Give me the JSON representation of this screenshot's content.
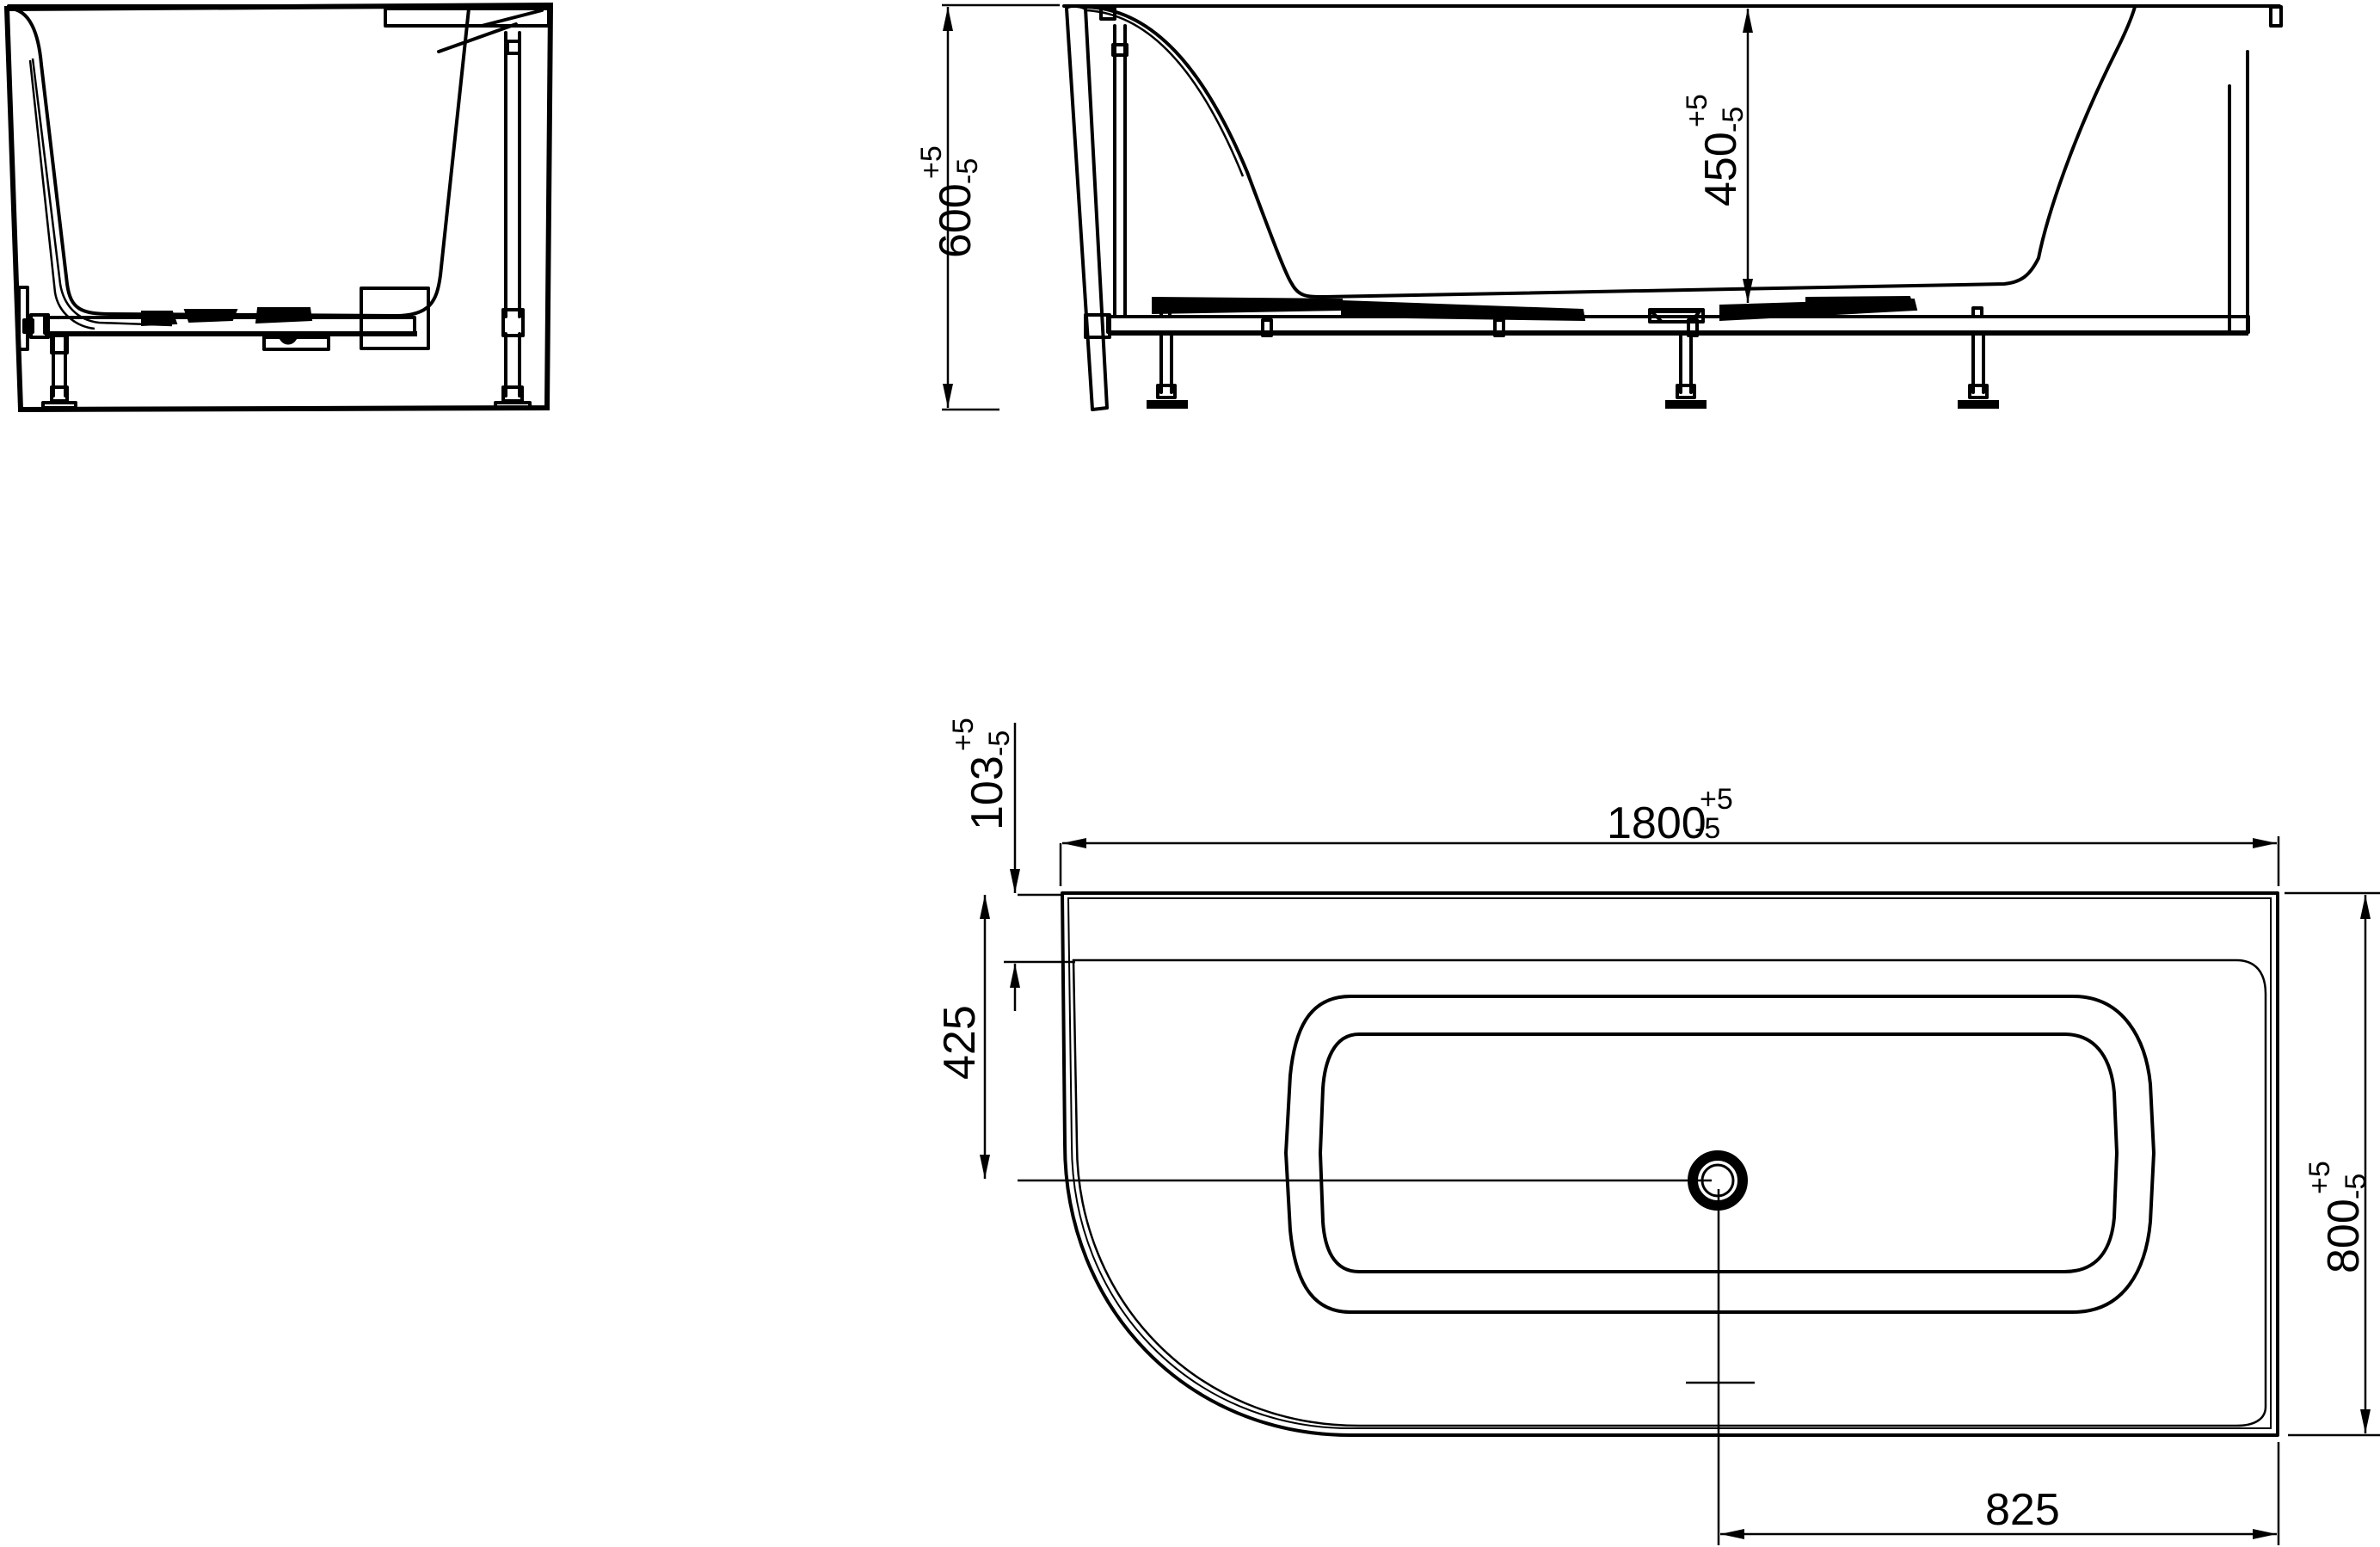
{
  "drawing": {
    "type": "technical-drawing",
    "subject": "corner bathtub with support frame",
    "line_color": "#000000",
    "background": "#ffffff",
    "views": [
      {
        "id": "end-elevation",
        "label": "end view (side section)"
      },
      {
        "id": "side-elevation",
        "label": "front view (long side)"
      },
      {
        "id": "plan-view",
        "label": "top view"
      }
    ]
  },
  "dimensions": {
    "height_total": {
      "value": "600",
      "tol_plus": "+5",
      "tol_minus": "-5"
    },
    "depth_inner": {
      "value": "450",
      "tol_plus": "+5",
      "tol_minus": "-5"
    },
    "length": {
      "value": "1800",
      "tol_plus": "+5",
      "tol_minus": "-5"
    },
    "width": {
      "value": "800",
      "tol_plus": "+5",
      "tol_minus": "-5"
    },
    "rim_width": {
      "value": "103",
      "tol_plus": "+5",
      "tol_minus": "-5"
    },
    "drain_offset_y": {
      "value": "425"
    },
    "drain_offset_x": {
      "value": "825"
    }
  }
}
